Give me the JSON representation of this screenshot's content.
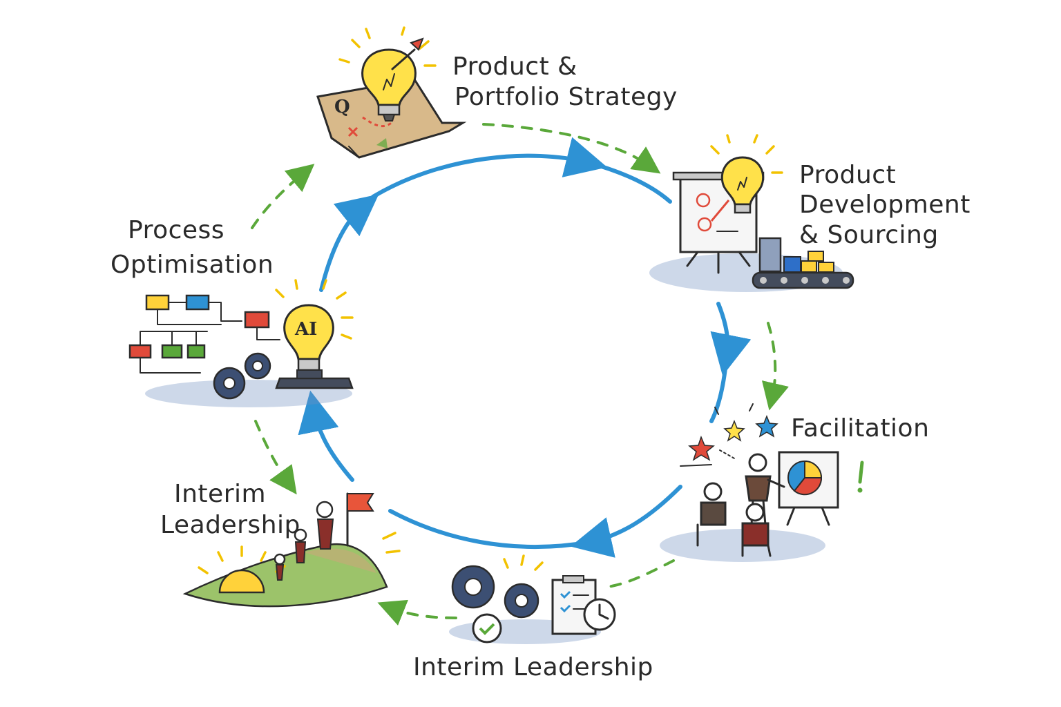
{
  "stages": {
    "product_portfolio_strategy": {
      "line1": "Product &",
      "line2": "Portfolio Strategy"
    },
    "product_development_sourcing": {
      "line1": "Product",
      "line2": "Development",
      "line3": "& Sourcing"
    },
    "facilitation": {
      "line1": "Facilitation"
    },
    "interim_leadership_bottom": {
      "line1": "Interim Leadership"
    },
    "interim_leadership_left": {
      "line1": "Interim",
      "line2": "Leadership"
    },
    "process_optimisation": {
      "line1": "Process",
      "line2": "Optimisation"
    }
  },
  "icons": {
    "ai_bulb_text": "AI",
    "map_marker_text": "Q"
  },
  "colors": {
    "primary_flow": "#2e92d4",
    "secondary_flow": "#5aa83a",
    "idea_yellow": "#ffe14a",
    "accent_red": "#e04a3a",
    "gear_navy": "#3c4f73"
  }
}
